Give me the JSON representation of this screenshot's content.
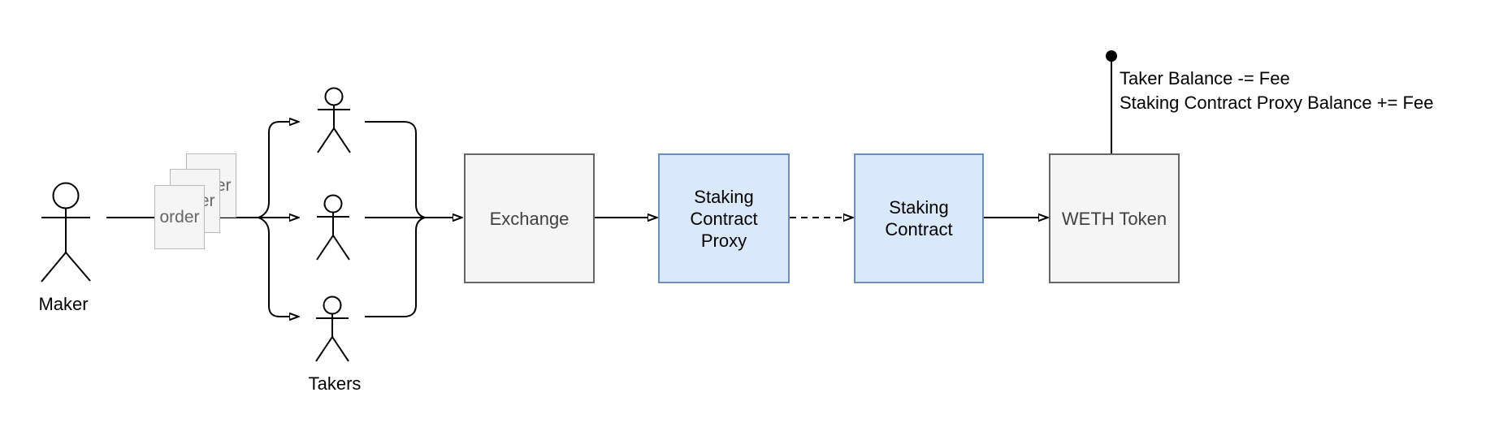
{
  "diagram": {
    "maker": {
      "label": "Maker"
    },
    "takers": {
      "label": "Takers",
      "count": 3
    },
    "order_stack": {
      "label": "order",
      "count": 3
    },
    "nodes": {
      "exchange": {
        "label": "Exchange",
        "fill": "#f5f5f5",
        "stroke": "#666666"
      },
      "staking_contract_proxy": {
        "label": "Staking Contract Proxy",
        "fill": "#dae8fc",
        "stroke": "#6c8ebf"
      },
      "staking_contract": {
        "label": "Staking Contract",
        "fill": "#dae8fc",
        "stroke": "#6c8ebf"
      },
      "weth_token": {
        "label": "WETH Token",
        "fill": "#f5f5f5",
        "stroke": "#666666"
      }
    },
    "connectors": {
      "proxy_to_contract_style": "dashed",
      "line_color": "#000000"
    },
    "annotation": {
      "line1": "Taker Balance -= Fee",
      "line2": "Staking Contract Proxy Balance += Fee"
    },
    "colors": {
      "paper_fill": "#f5f5f5",
      "paper_border": "#b9b9b9",
      "paper_text": "#666666",
      "gray_box_text": "#404040"
    }
  }
}
